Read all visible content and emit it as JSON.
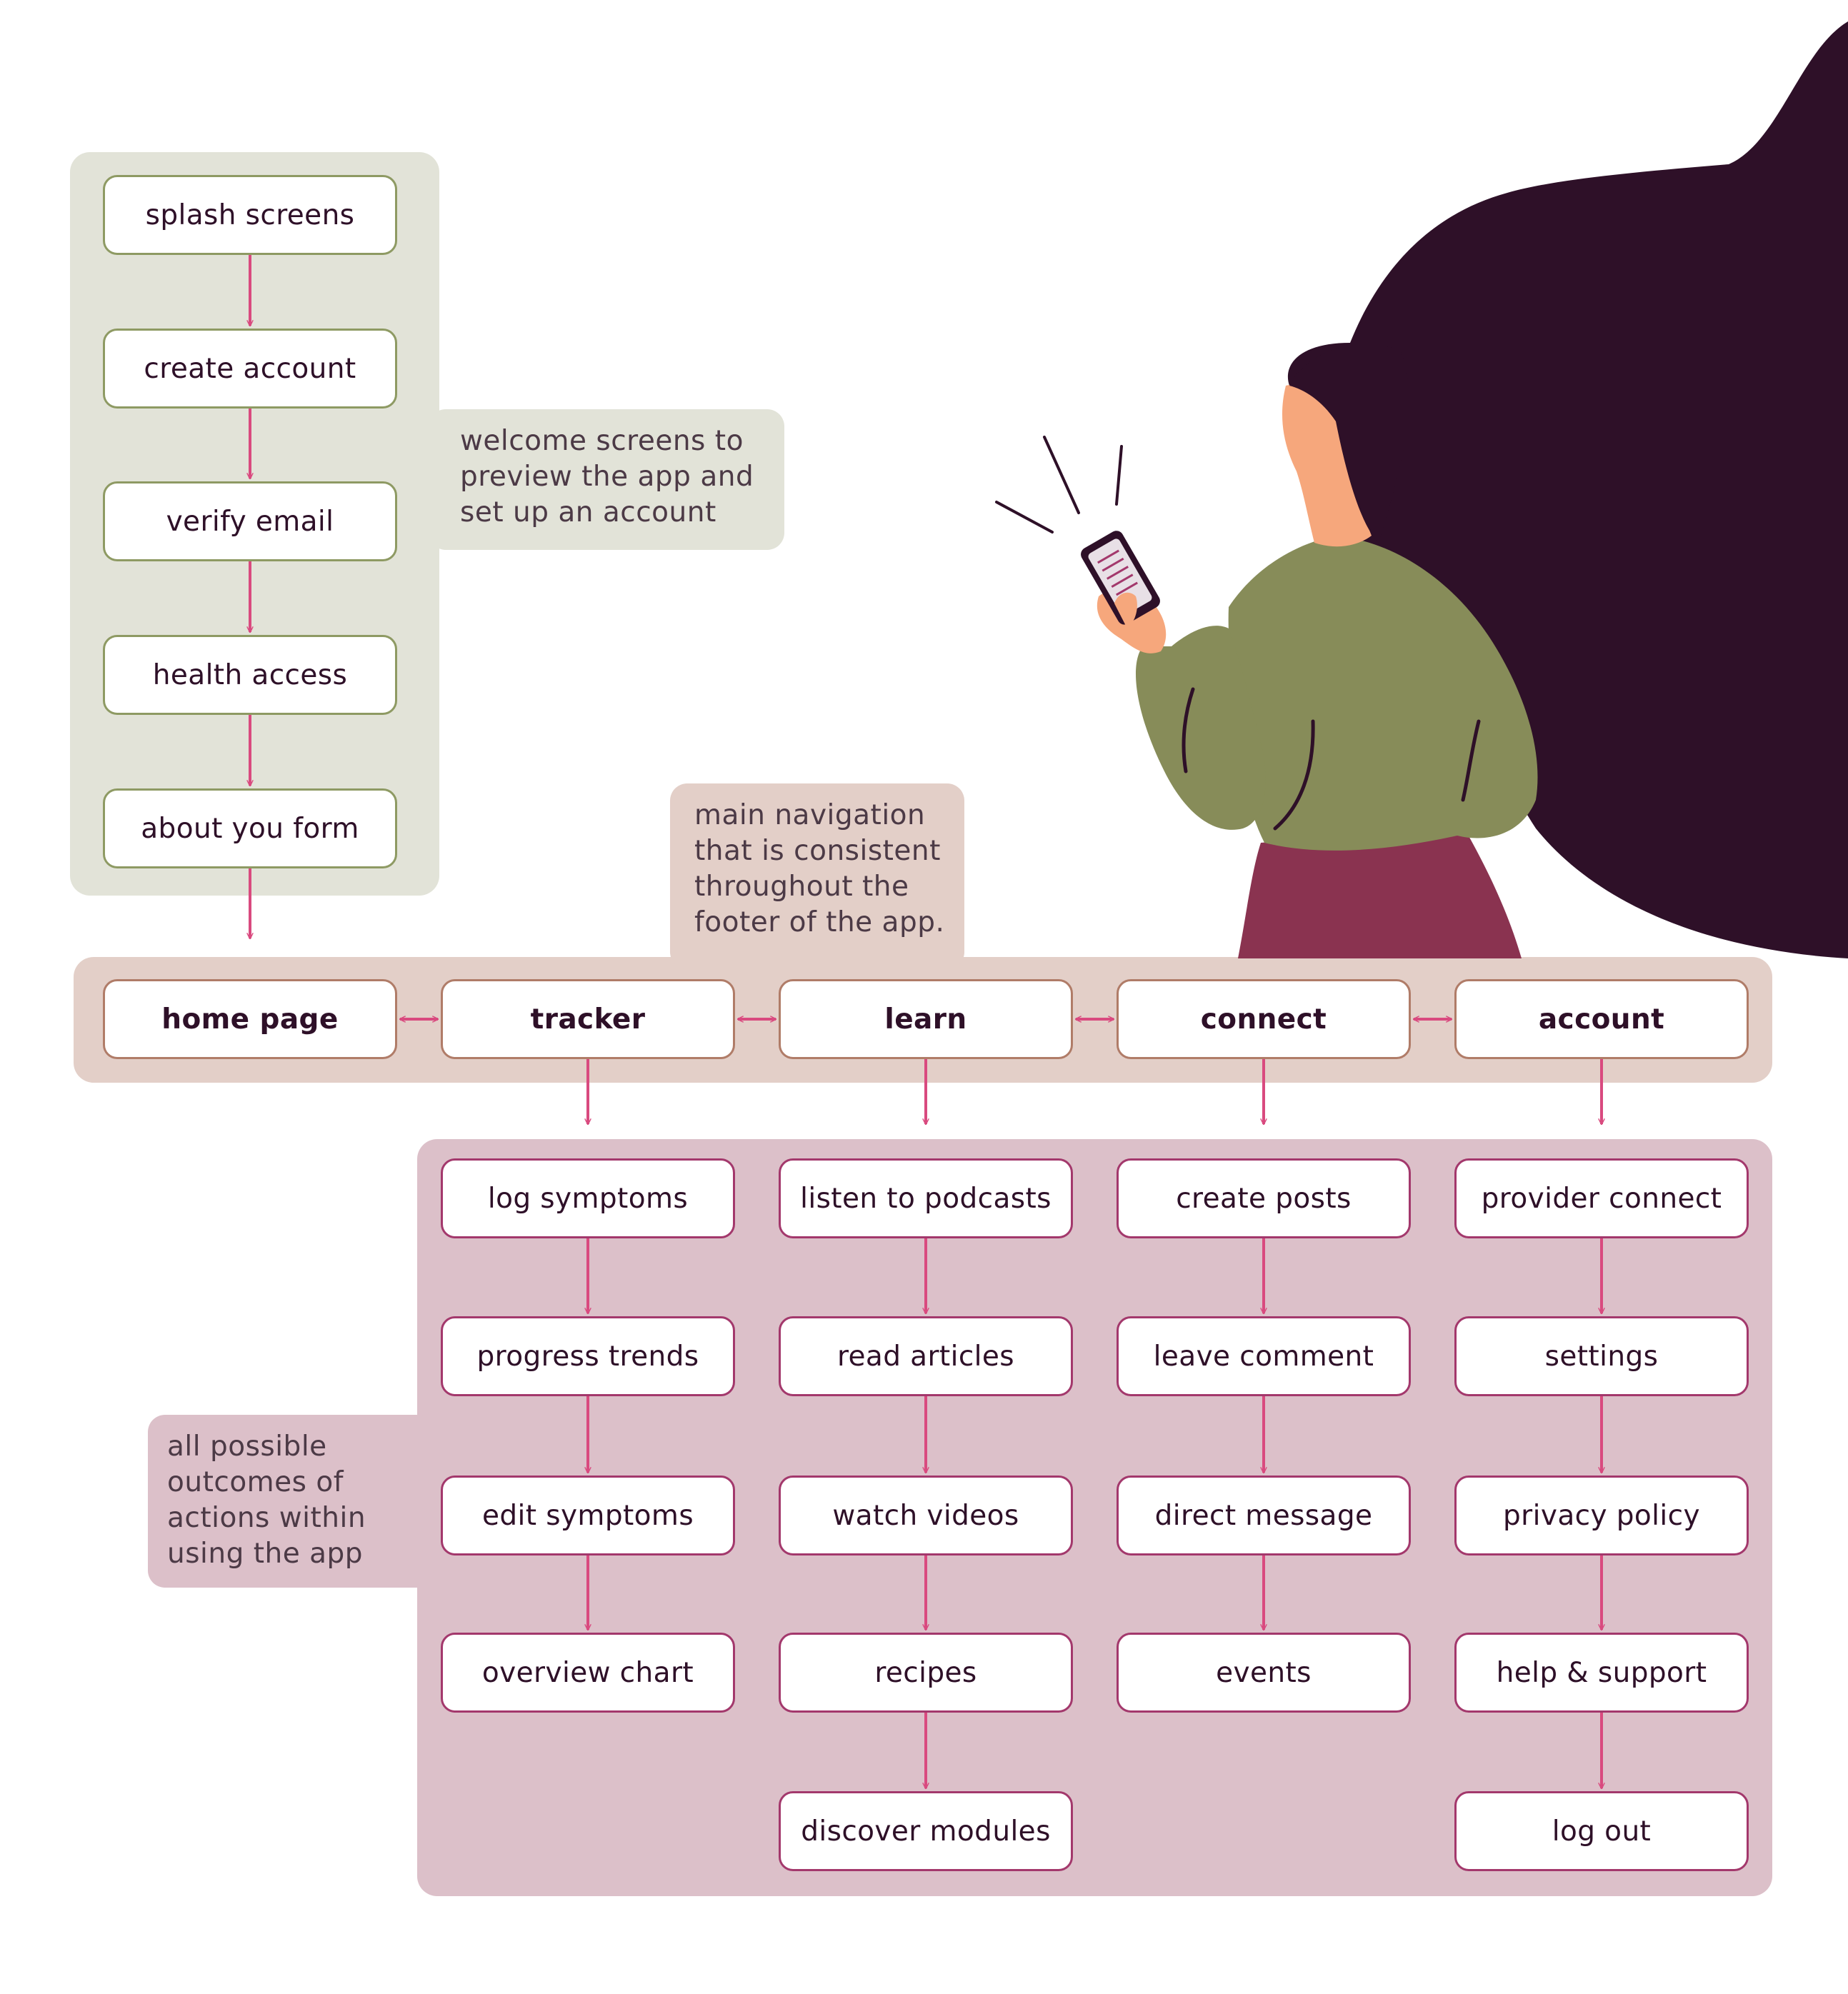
{
  "onboarding": {
    "steps": [
      "splash screens",
      "create account",
      "verify email",
      "health access",
      "about you form"
    ],
    "note": [
      "welcome screens to",
      "preview the app and",
      "set up an account"
    ]
  },
  "navigation": {
    "items": [
      "home page",
      "tracker",
      "learn",
      "connect",
      "account"
    ],
    "note": [
      "main navigation",
      "that is consistent",
      "throughout the",
      "footer of the app."
    ]
  },
  "outcomes": {
    "tracker": [
      "log symptoms",
      "progress trends",
      "edit symptoms",
      "overview chart"
    ],
    "learn": [
      "listen to podcasts",
      "read articles",
      "watch videos",
      "recipes",
      "discover modules"
    ],
    "connect": [
      "create posts",
      "leave comment",
      "direct message",
      "events"
    ],
    "account": [
      "provider connect",
      "settings",
      "privacy policy",
      "help & support",
      "log out"
    ],
    "note": [
      "all possible",
      "outcomes of",
      "actions within",
      "using the app"
    ]
  },
  "colors": {
    "arrow": "#d94a7f",
    "hair": "#2e1028",
    "sweater": "#878c59",
    "skirt": "#8a3350",
    "skin": "#f6a77c"
  },
  "illustration": "woman-holding-phone"
}
